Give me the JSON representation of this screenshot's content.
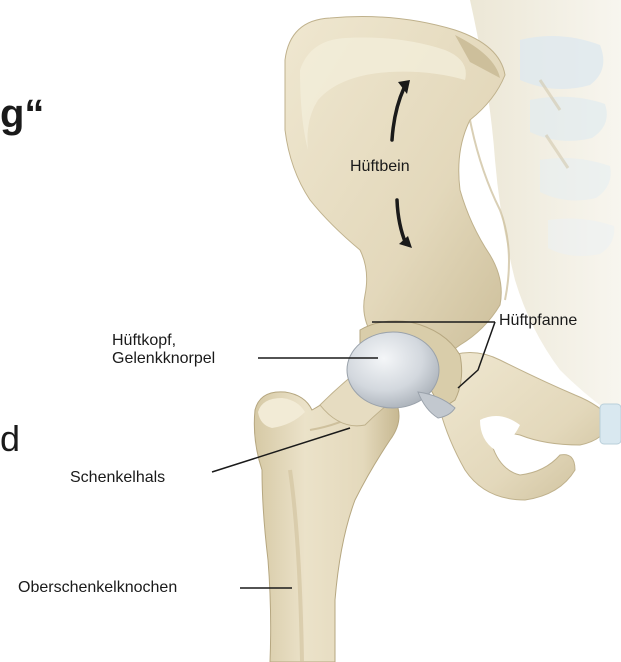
{
  "fragments": {
    "top": "g“",
    "middle": "d"
  },
  "labels": {
    "hueftbein": "Hüftbein",
    "hueftpfanne": "Hüftpfanne",
    "hueftkopf_line1": "Hüftkopf,",
    "hueftkopf_line2": "Gelenkknorpel",
    "schenkelhals": "Schenkelhals",
    "oberschenkelknochen": "Oberschenkelknochen"
  },
  "colors": {
    "bone": "#e8dfc6",
    "bone_shadow": "#cfc3a2",
    "bone_dark": "#b8aa86",
    "cartilage": "#d7dbe0",
    "spine_blue": "#cfe3ee",
    "arrow": "#1a1a1a"
  }
}
